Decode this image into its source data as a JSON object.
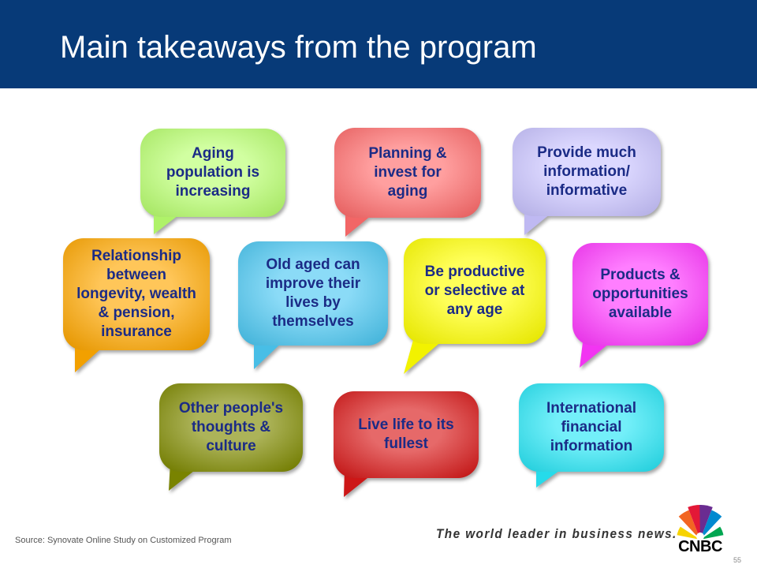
{
  "slide": {
    "title": "Main takeaways from the program",
    "source": "Source: Synovate Online Study on Customized Program",
    "slogan": "The world leader in business news.",
    "logo_text": "CNBC",
    "page_number": "55",
    "header_color": "#073a78",
    "text_color": "#1b2b86"
  },
  "bubbles": [
    {
      "text": "Aging\npopulation is\nincreasing",
      "color": "#b8ff6e"
    },
    {
      "text": "Planning &\ninvest for\naging",
      "color": "#ff6b6b"
    },
    {
      "text": "Provide much\ninformation/\ninformative",
      "color": "#c9c3ff"
    },
    {
      "text": "Relationship\nbetween\nlongevity, wealth\n& pension,\ninsurance",
      "color": "#ffa800"
    },
    {
      "text": "Old aged can\nimprove their\nlives by\nthemselves",
      "color": "#4cc8f2"
    },
    {
      "text": "Be productive\nor selective at\nany age",
      "color": "#ffff00"
    },
    {
      "text": "Products &\nopportunities\navailable",
      "color": "#ff38ff"
    },
    {
      "text": "Other people's\nthoughts &\nculture",
      "color": "#7f8a00"
    },
    {
      "text": "Live life to its\nfullest",
      "color": "#d81818"
    },
    {
      "text": "International\nfinancial\ninformation",
      "color": "#28e6f6"
    }
  ],
  "logo_colors": [
    "#f7d300",
    "#f26522",
    "#e31837",
    "#6a2c91",
    "#0089d0",
    "#00a651"
  ]
}
